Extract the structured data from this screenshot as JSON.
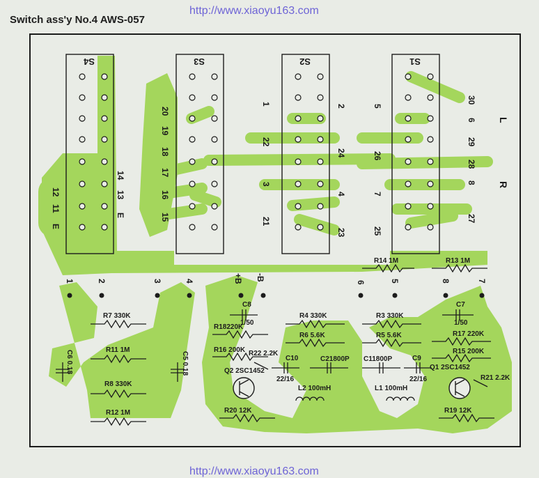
{
  "header": {
    "title": "Switch ass'y No.4  AWS-057"
  },
  "watermark": {
    "url": "http://www.xiaoyu163.com"
  },
  "colors": {
    "trace": "#a4d65c",
    "background": "#e9ece6",
    "ink": "#1c1c1c",
    "watermark": "#6e64d6"
  },
  "switches": [
    {
      "name": "S4",
      "top": [],
      "left": [
        "12",
        "11",
        "E"
      ],
      "right": [
        "14",
        "13",
        "E"
      ]
    },
    {
      "name": "S3",
      "left": [
        "20",
        "19",
        "18",
        "17",
        "16",
        "15"
      ],
      "right": [
        "22",
        "3",
        "21"
      ]
    },
    {
      "name": "S2",
      "left": [
        "1",
        "2",
        "24",
        "4",
        "23"
      ],
      "right": [
        "5",
        "26",
        "7",
        "25"
      ]
    },
    {
      "name": "S1",
      "left": [
        "6",
        "29",
        "28",
        "8",
        "27"
      ],
      "right": [
        "30"
      ]
    }
  ],
  "side_labels": {
    "L": "L",
    "R": "R"
  },
  "terminals": [
    "1",
    "2",
    "3",
    "4",
    "+B",
    "-B",
    "6",
    "5",
    "8",
    "7"
  ],
  "components": [
    {
      "ref": "R7",
      "value": "330K"
    },
    {
      "ref": "R11",
      "value": "1M"
    },
    {
      "ref": "R8",
      "value": "330K"
    },
    {
      "ref": "R12",
      "value": "1M"
    },
    {
      "ref": "C6",
      "value": "0.18"
    },
    {
      "ref": "C5",
      "value": "0.18"
    },
    {
      "ref": "C8",
      "value": "1/50"
    },
    {
      "ref": "R18",
      "value": "220K"
    },
    {
      "ref": "R16",
      "value": "200K"
    },
    {
      "ref": "R22",
      "value": "2.2K"
    },
    {
      "ref": "C10",
      "value": "22/16"
    },
    {
      "ref": "Q2",
      "value": "2SC1452"
    },
    {
      "ref": "R20",
      "value": "12K"
    },
    {
      "ref": "R4",
      "value": "330K"
    },
    {
      "ref": "R6",
      "value": "5.6K"
    },
    {
      "ref": "C2",
      "value": "1800P"
    },
    {
      "ref": "L2",
      "value": "100mH"
    },
    {
      "ref": "R3",
      "value": "330K"
    },
    {
      "ref": "R5",
      "value": "5.6K"
    },
    {
      "ref": "C1",
      "value": "1800P"
    },
    {
      "ref": "C9",
      "value": "22/16"
    },
    {
      "ref": "L1",
      "value": "100mH"
    },
    {
      "ref": "R14",
      "value": "1M"
    },
    {
      "ref": "R13",
      "value": "1M"
    },
    {
      "ref": "C7",
      "value": "1/50"
    },
    {
      "ref": "R17",
      "value": "220K"
    },
    {
      "ref": "R15",
      "value": "200K"
    },
    {
      "ref": "Q1",
      "value": "2SC1452"
    },
    {
      "ref": "R21",
      "value": "2.2K"
    },
    {
      "ref": "R19",
      "value": "12K"
    }
  ]
}
